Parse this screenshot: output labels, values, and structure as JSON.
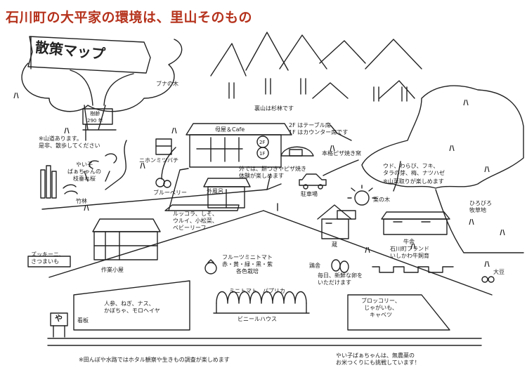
{
  "title": "石川町の大平家の環境は、里山そのもの",
  "banner": "散策マップ",
  "labels": {
    "buna_tree": "ブナの木",
    "sign_age": "樹齢\n290 年",
    "mountain_path": "※山道あります。\n是非、散歩してください",
    "shidare_zakura": "やい子\nばぁちゃんの\n枝垂れ桜",
    "bamboo": "竹林",
    "beehive": "ニホンミツバチ",
    "cedar": "裏山は杉林です",
    "house": "母屋＆Cafe",
    "floors": "2F はテーブル席、\n1F はカウンター席です",
    "floor2": "2F",
    "floor1": "1F",
    "pizza_kiln": "本格ピザ焼き窯",
    "experience": "外では、餅つきやピザ焼き\n体験が楽しめます",
    "blueberry": "ブルーベリー",
    "bath": "外風呂",
    "parking": "駐車場",
    "wild_veg": "ウド、わらび、フキ、\nタラの芽、梅、ナツハゼ",
    "wild_veg_note": "※山菜取りが楽しめます",
    "chestnut": "栗の木",
    "pasture": "ひろびろ\n牧草地",
    "greens": "ルッコラ、しそ、\nウルイ、小松菜、\nベビーリーフ",
    "workshed": "作業小屋",
    "zucchini": "ズッキーニ、\nさつまいも",
    "storehouse": "蔵",
    "cowshed": "牛舎",
    "beef": "石川町ブランド\nいしかわ牛飼育",
    "tomato": "フルーツミニトマト\n赤・黄・緑・黒・紫\n各色栽培",
    "chicken": "鶏舎",
    "eggs": "毎日、新鮮な卵を\nいただけます",
    "soybean": "大豆",
    "tomato_paprika": "ミニトマト、パプリカ",
    "greenhouse": "ビニールハウス",
    "veggies": "人参、ねぎ、ナス、\nかぼちゃ、モロヘイヤ",
    "broccoli": "ブロッコリー、\nじゃがいも、\nキャベツ",
    "signboard_char": "や",
    "signboard": "看板",
    "footnote_left": "※田んぼや水路ではホタル観察や生きもの調査が楽しめます",
    "footnote_right": "やい子ばぁちゃんは、無農薬の\nお米つくりにも挑戦しています！"
  },
  "colors": {
    "title": "#b5321c",
    "ink": "#222222"
  }
}
